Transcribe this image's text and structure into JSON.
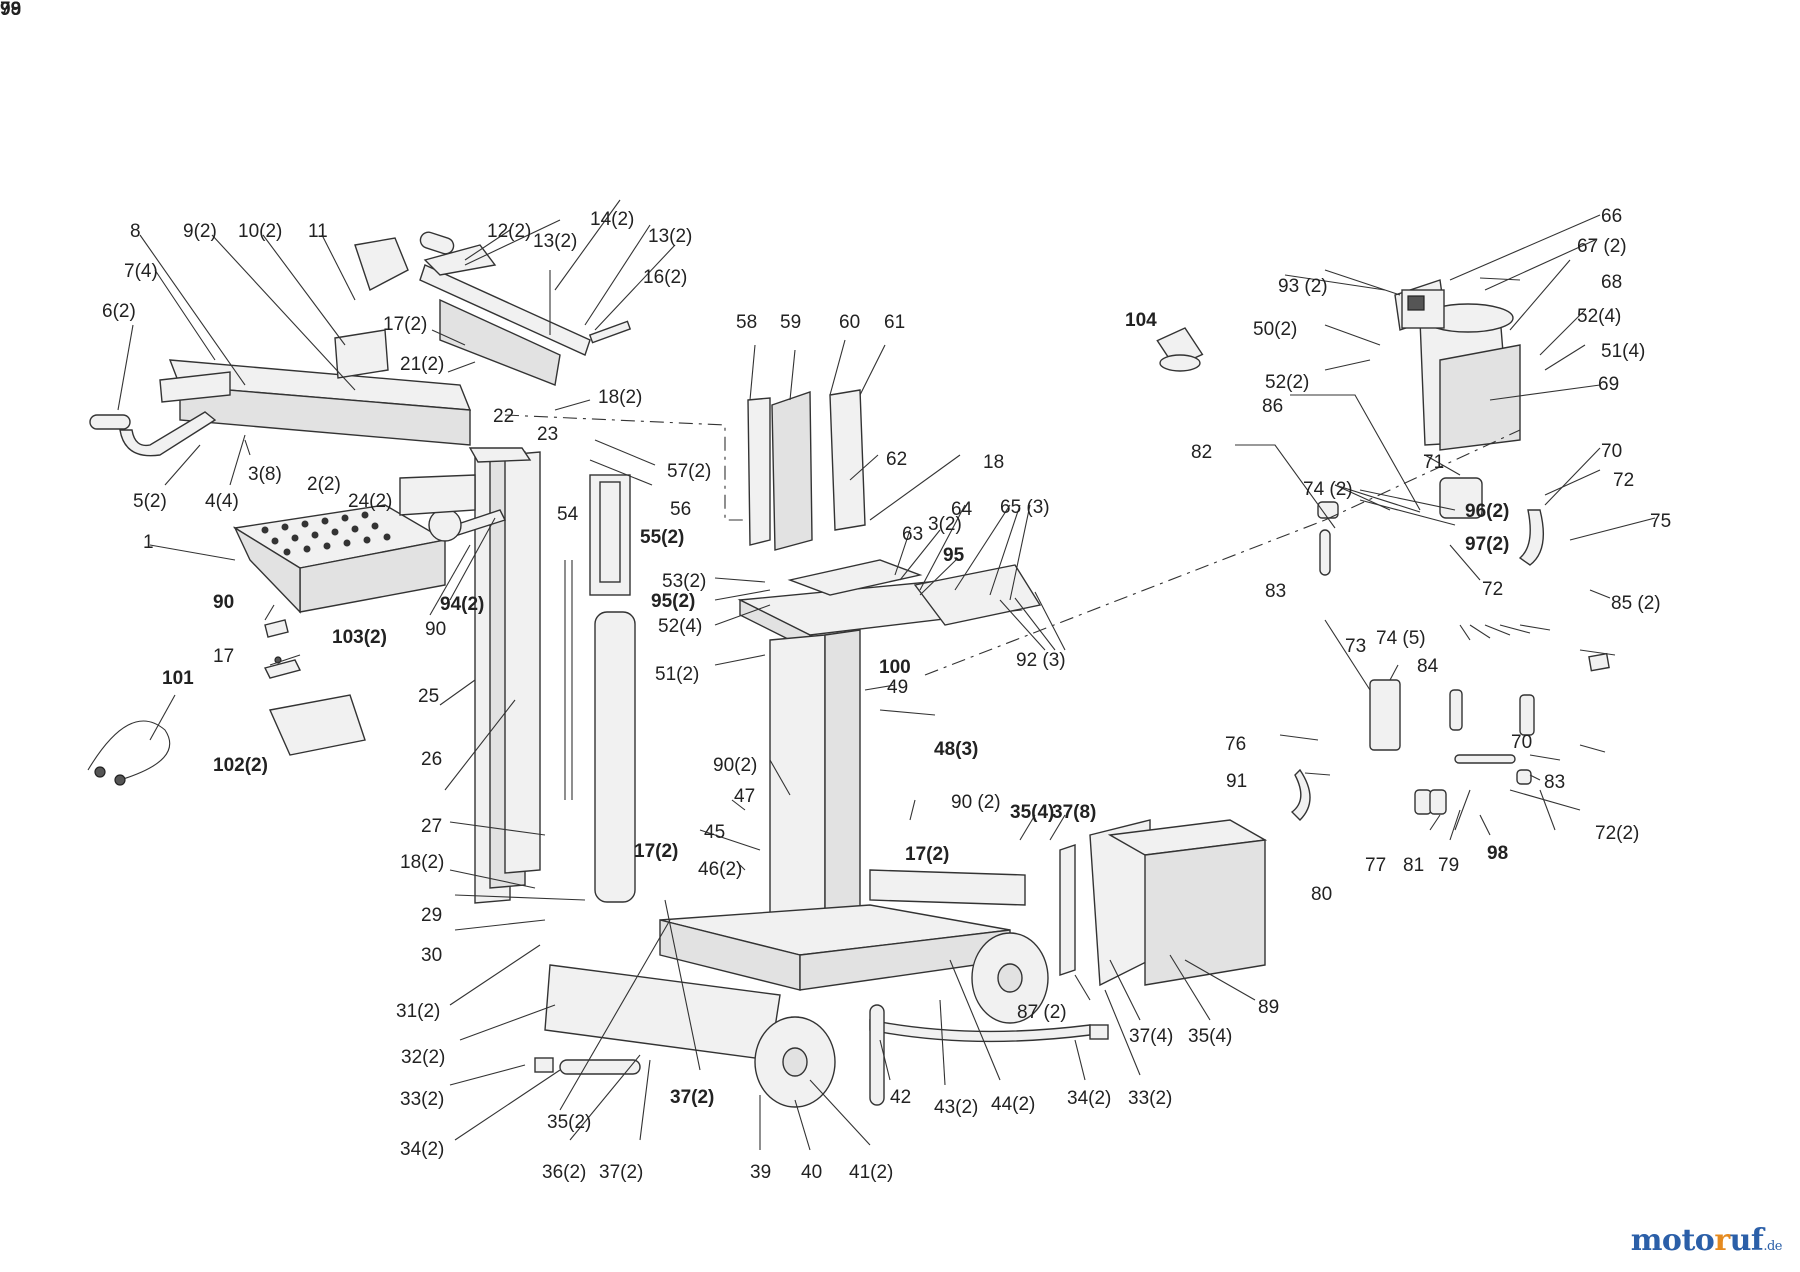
{
  "brand": {
    "part1": "moto",
    "part2": "r",
    "part3": "uf",
    "suffix": ".de",
    "colors": {
      "blue": "#2b5fa8",
      "orange": "#e58a1f"
    }
  },
  "callouts": [
    {
      "text": "8",
      "bold": false
    },
    {
      "text": "9(2)",
      "bold": false
    },
    {
      "text": "10(2)",
      "bold": false
    },
    {
      "text": "11",
      "bold": false
    },
    {
      "text": "12(2)",
      "bold": false
    },
    {
      "text": "13(2)",
      "bold": false
    },
    {
      "text": "14(2)",
      "bold": false
    },
    {
      "text": "13(2)",
      "bold": false
    },
    {
      "text": "16(2)",
      "bold": false
    },
    {
      "text": "7(4)",
      "bold": false
    },
    {
      "text": "6(2)",
      "bold": false
    },
    {
      "text": "17(2)",
      "bold": false
    },
    {
      "text": "21(2)",
      "bold": false
    },
    {
      "text": "18(2)",
      "bold": false
    },
    {
      "text": "5(2)",
      "bold": false
    },
    {
      "text": "4(4)",
      "bold": false
    },
    {
      "text": "3(8)",
      "bold": false
    },
    {
      "text": "2(2)",
      "bold": false
    },
    {
      "text": "22",
      "bold": false
    },
    {
      "text": "23",
      "bold": false
    },
    {
      "text": "57(2)",
      "bold": false
    },
    {
      "text": "24(2)",
      "bold": false
    },
    {
      "text": "56",
      "bold": false
    },
    {
      "text": "54",
      "bold": false
    },
    {
      "text": "55(2)",
      "bold": true
    },
    {
      "text": "1",
      "bold": false
    },
    {
      "text": "94(2)",
      "bold": true
    },
    {
      "text": "90",
      "bold": false
    },
    {
      "text": "90",
      "bold": true
    },
    {
      "text": "17",
      "bold": false
    },
    {
      "text": "103(2)",
      "bold": true
    },
    {
      "text": "101",
      "bold": true
    },
    {
      "text": "102(2)",
      "bold": true
    },
    {
      "text": "25",
      "bold": false
    },
    {
      "text": "26",
      "bold": false
    },
    {
      "text": "27",
      "bold": false
    },
    {
      "text": "18(2)",
      "bold": false
    },
    {
      "text": "29",
      "bold": false
    },
    {
      "text": "30",
      "bold": false
    },
    {
      "text": "31(2)",
      "bold": false
    },
    {
      "text": "32(2)",
      "bold": false
    },
    {
      "text": "33(2)",
      "bold": false
    },
    {
      "text": "34(2)",
      "bold": false
    },
    {
      "text": "35(2)",
      "bold": false
    },
    {
      "text": "36(2)",
      "bold": false
    },
    {
      "text": "37(2)",
      "bold": false
    },
    {
      "text": "37(2)",
      "bold": true
    },
    {
      "text": "39",
      "bold": false
    },
    {
      "text": "40",
      "bold": false
    },
    {
      "text": "41(2)",
      "bold": false
    },
    {
      "text": "42",
      "bold": false
    },
    {
      "text": "43(2)",
      "bold": false
    },
    {
      "text": "44(2)",
      "bold": false
    },
    {
      "text": "34(2)",
      "bold": false
    },
    {
      "text": "33(2)",
      "bold": false
    },
    {
      "text": "58",
      "bold": false
    },
    {
      "text": "59",
      "bold": false
    },
    {
      "text": "60",
      "bold": false
    },
    {
      "text": "61",
      "bold": false
    },
    {
      "text": "62",
      "bold": false
    },
    {
      "text": "18",
      "bold": false
    },
    {
      "text": "63",
      "bold": false
    },
    {
      "text": "3(2)",
      "bold": false
    },
    {
      "text": "64",
      "bold": false
    },
    {
      "text": "65 (3)",
      "bold": false
    },
    {
      "text": "95",
      "bold": true
    },
    {
      "text": "53(2)",
      "bold": false
    },
    {
      "text": "95(2)",
      "bold": true
    },
    {
      "text": "52(4)",
      "bold": false
    },
    {
      "text": "51(2)",
      "bold": false
    },
    {
      "text": "100",
      "bold": true
    },
    {
      "text": "92 (3)",
      "bold": false
    },
    {
      "text": "49",
      "bold": false
    },
    {
      "text": "48(3)",
      "bold": true
    },
    {
      "text": "90(2)",
      "bold": false
    },
    {
      "text": "47",
      "bold": false
    },
    {
      "text": "45",
      "bold": false
    },
    {
      "text": "46(2)",
      "bold": false
    },
    {
      "text": "17(2)",
      "bold": true
    },
    {
      "text": "90 (2)",
      "bold": false
    },
    {
      "text": "35(4)",
      "bold": true
    },
    {
      "text": "37(8)",
      "bold": true
    },
    {
      "text": "17(2)",
      "bold": true
    },
    {
      "text": "87 (2)",
      "bold": false
    },
    {
      "text": "37(4)",
      "bold": false
    },
    {
      "text": "35(4)",
      "bold": false
    },
    {
      "text": "89",
      "bold": false
    },
    {
      "text": "104",
      "bold": true
    },
    {
      "text": "93 (2)",
      "bold": false
    },
    {
      "text": "66",
      "bold": false
    },
    {
      "text": "67 (2)",
      "bold": false
    },
    {
      "text": "68",
      "bold": false
    },
    {
      "text": "50(2)",
      "bold": false
    },
    {
      "text": "52(4)",
      "bold": false
    },
    {
      "text": "51(4)",
      "bold": false
    },
    {
      "text": "52(2)",
      "bold": false
    },
    {
      "text": "69",
      "bold": false
    },
    {
      "text": "86",
      "bold": false
    },
    {
      "text": "82",
      "bold": false
    },
    {
      "text": "71",
      "bold": false
    },
    {
      "text": "70",
      "bold": false
    },
    {
      "text": "72",
      "bold": false
    },
    {
      "text": "74 (2)",
      "bold": false
    },
    {
      "text": "96(2)",
      "bold": true
    },
    {
      "text": "97(2)",
      "bold": true
    },
    {
      "text": "75",
      "bold": false
    },
    {
      "text": "72",
      "bold": false
    },
    {
      "text": "83",
      "bold": false
    },
    {
      "text": "85 (2)",
      "bold": false
    },
    {
      "text": "74 (5)",
      "bold": false
    },
    {
      "text": "73",
      "bold": false
    },
    {
      "text": "84",
      "bold": false
    },
    {
      "text": "76",
      "bold": false
    },
    {
      "text": "70",
      "bold": false
    },
    {
      "text": "83",
      "bold": false
    },
    {
      "text": "91",
      "bold": false
    },
    {
      "text": "72(2)",
      "bold": false
    },
    {
      "text": "80",
      "bold": false
    },
    {
      "text": "77",
      "bold": false
    },
    {
      "text": "81",
      "bold": false
    },
    {
      "text": "79",
      "bold": false
    },
    {
      "text": "98",
      "bold": true
    },
    {
      "text": "99",
      "bold": true
    },
    {
      "text": "78",
      "bold": false
    }
  ]
}
